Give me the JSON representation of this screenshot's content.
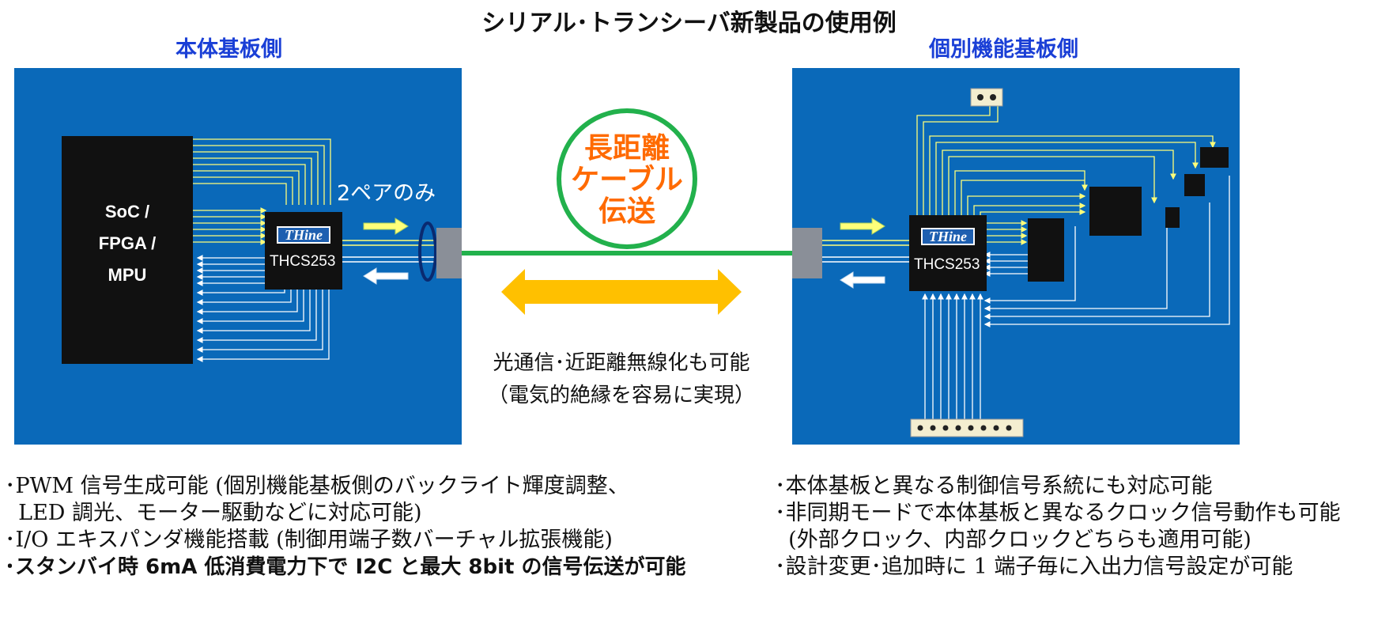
{
  "title": "シリアル･トランシーバ新製品の使用例",
  "left_side": {
    "label": "本体基板側",
    "soc_lines": [
      "SoC /",
      "FPGA /",
      "MPU"
    ],
    "chip_logo": "THine",
    "chip_name": "THCS253",
    "pairs_label": "2ペアのみ"
  },
  "right_side": {
    "label": "個別機能基板側",
    "chip_logo": "THine",
    "chip_name": "THCS253"
  },
  "cable": {
    "lines": [
      "長距離",
      "ケーブル",
      "伝送"
    ],
    "note_lines": [
      "光通信･近距離無線化も可能",
      "（電気的絶縁を容易に実現）"
    ]
  },
  "bullets_left": [
    "･PWM 信号生成可能 (個別機能基板側のバックライト輝度調整、",
    "  LED 調光、モーター駆動などに対応可能)",
    "･I/O エキスパンダ機能搭載 (制御用端子数バーチャル拡張機能)",
    "･スタンバイ時 6mA 低消費電力下で I2C と最大 8bit の信号伝送が可能"
  ],
  "bullets_right": [
    "･本体基板と異なる制御信号系統にも対応可能",
    "･非同期モードで本体基板と異なるクロック信号動作も可能",
    "  (外部クロック、内部クロックどちらも適用可能)",
    "･設計変更･追加時に 1 端子毎に入出力信号設定が可能"
  ],
  "colors": {
    "board": "#0a69b9",
    "signal_line": "#ffff7a",
    "cable": "#22b14c",
    "double_arrow": "#ffc000",
    "distance_text": "#ff6a00",
    "side_label": "#1a3fd6"
  }
}
